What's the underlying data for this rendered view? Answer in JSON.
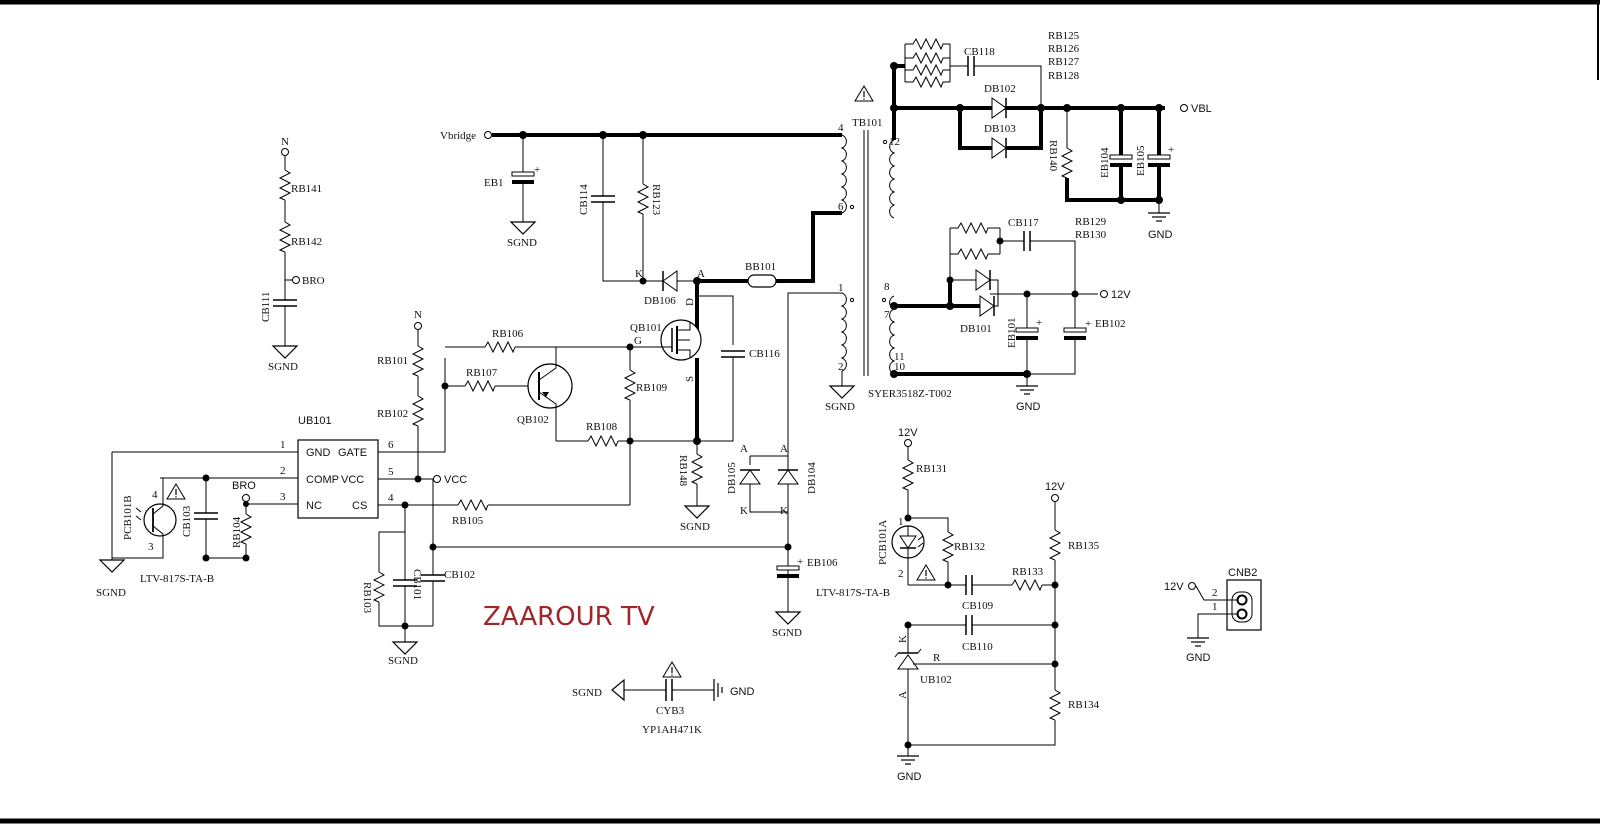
{
  "watermark": "ZAAROUR TV",
  "colors": {
    "watermark": "#a0262a",
    "frame": "#000000",
    "background": "#ffffff"
  },
  "nets": {
    "vbridge": "Vbridge",
    "sgnd": "SGND",
    "gnd": "GND",
    "n": "N",
    "bro": "BRO",
    "vcc": "VCC",
    "vbl": "VBL",
    "v12": "12V"
  },
  "transformer": {
    "ref": "TB101",
    "part": "SYER3518Z-T002",
    "pins": {
      "p4": "4",
      "p6": "6",
      "p1": "1",
      "p2": "2",
      "p12": "12",
      "p8": "8",
      "p7": "7",
      "p11": "11",
      "p10": "10"
    }
  },
  "ub101": {
    "ref": "UB101",
    "left_pins": [
      "GND",
      "COMP",
      "NC"
    ],
    "right_pins": [
      "GATE",
      "VCC",
      "CS"
    ],
    "pin_numbers": {
      "p1": "1",
      "p2": "2",
      "p3": "3",
      "p4": "4",
      "p5": "5",
      "p6": "6"
    }
  },
  "mosfet": {
    "ref": "QB101",
    "g": "G",
    "d": "D",
    "s": "S"
  },
  "parts": {
    "rb141": "RB141",
    "rb142": "RB142",
    "cb111": "CB111",
    "eb1": "EB1",
    "cb114": "CB114",
    "rb123": "RB123",
    "db106": "DB106",
    "bb101": "BB101",
    "cb116": "CB116",
    "rb101": "RB101",
    "rb102": "RB102",
    "rb106": "RB106",
    "rb107": "RB107",
    "qb102": "QB102",
    "rb109": "RB109",
    "rb108": "RB108",
    "rb105": "RB105",
    "rb148": "RB148",
    "db105": "DB105",
    "db104": "DB104",
    "eb106": "EB106",
    "rb103": "RB103",
    "cb101": "CB101",
    "cb102": "CB102",
    "pcb101b": "PCB101B",
    "cb103": "CB103",
    "rb104": "RB104",
    "cb118": "CB118",
    "rb125": "RB125",
    "rb126": "RB126",
    "rb127": "RB127",
    "rb128": "RB128",
    "db102": "DB102",
    "db103": "DB103",
    "rb140": "RB140",
    "eb104": "EB104",
    "eb105": "EB105",
    "rb129": "RB129",
    "rb130": "RB130",
    "cb117": "CB117",
    "db101": "DB101",
    "eb101": "EB101",
    "eb102": "EB102",
    "rb131": "RB131",
    "pcb101a": "PCB101A",
    "rb132": "RB132",
    "rb135": "RB135",
    "rb133": "RB133",
    "cb109": "CB109",
    "cb110": "CB110",
    "ub102": "UB102",
    "rb134": "RB134",
    "cnb2": "CNB2",
    "cyb3": "CYB3",
    "cyb3_part": "YP1AH471K"
  },
  "optocoupler_part": "LTV-817S-TA-B",
  "pin_letters": {
    "k": "K",
    "a": "A",
    "r": "R",
    "plus": "+"
  },
  "connector_pins": {
    "p2": "2",
    "p1": "1"
  },
  "opto_pins": {
    "p1": "1",
    "p2": "2",
    "p3": "3",
    "p4": "4"
  }
}
